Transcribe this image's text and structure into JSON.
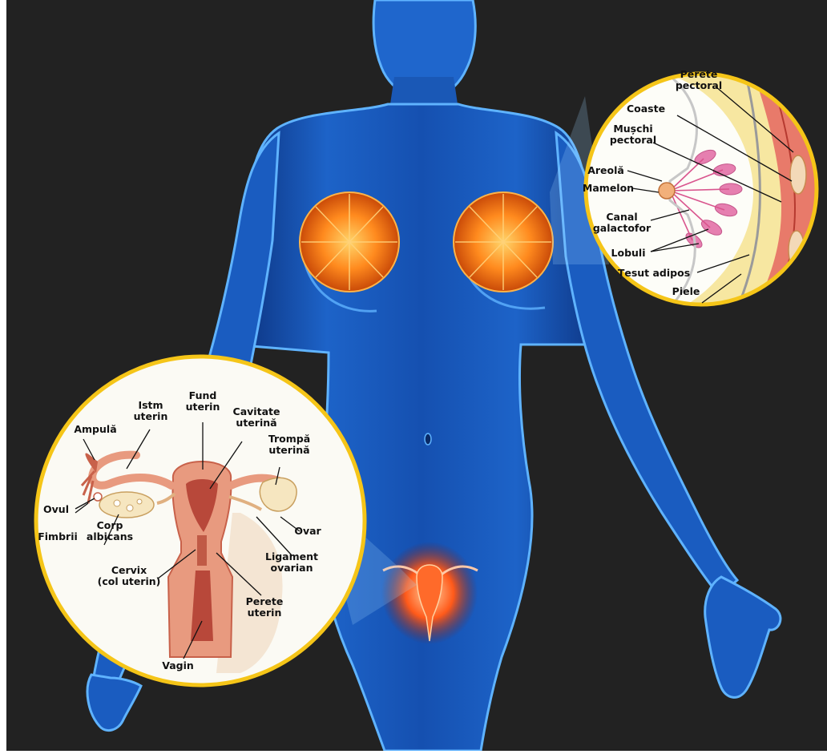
{
  "colors": {
    "background": "#222222",
    "body_blue": "#1d63c8",
    "body_glow": "#63b6ff",
    "gland_orange": "#ff8a1e",
    "inset_ring": "#f5c518",
    "uterus_fill": "#e89a7f",
    "uterus_inner": "#b8483a",
    "breast_pink": "#e67fb0",
    "fat_yellow": "#f7e7a1"
  },
  "breast_inset": {
    "labels": {
      "perete_pectoral": [
        "Perete",
        "pectoral"
      ],
      "coaste": "Coaste",
      "muschi_pectoral": [
        "Mușchi",
        "pectoral"
      ],
      "areola": "Areolă",
      "mamelon": "Mamelon",
      "canal_galactofor": [
        "Canal",
        "galactofor"
      ],
      "lobuli": "Lobuli",
      "tesut_adipos": "Țesut adipos",
      "piele": "Piele"
    }
  },
  "uterus_inset": {
    "labels": {
      "fund_uterin": [
        "Fund",
        "uterin"
      ],
      "istm_uterin": [
        "Istm",
        "uterin"
      ],
      "ampula": "Ampulă",
      "cavitate_uterina": [
        "Cavitate",
        "uterină"
      ],
      "trompa_uterina": [
        "Trompă",
        "uterină"
      ],
      "ovul": "Ovul",
      "fimbrii": "Fimbrii",
      "corp_albicans": [
        "Corp",
        "albicans"
      ],
      "ovar": "Ovar",
      "ligament_ovarian": [
        "Ligament",
        "ovarian"
      ],
      "cervix": [
        "Cervix",
        "(col uterin)"
      ],
      "perete_uterin": [
        "Perete",
        "uterin"
      ],
      "vagin": "Vagin"
    }
  }
}
